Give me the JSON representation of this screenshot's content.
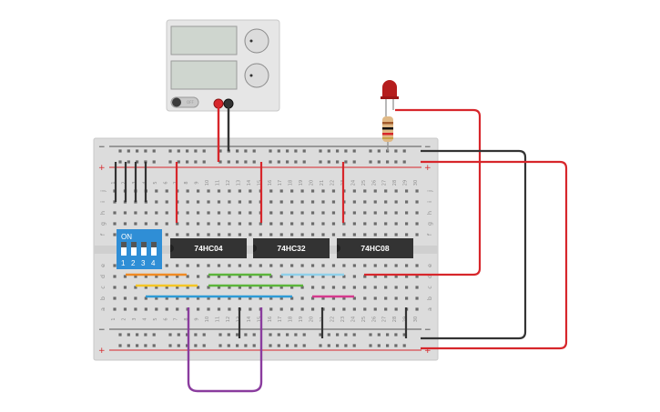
{
  "chips": [
    {
      "label": "74HC04"
    },
    {
      "label": "74HC32"
    },
    {
      "label": "74HC08"
    }
  ],
  "dip_switch": {
    "on_label": "ON",
    "numbers": [
      "1",
      "2",
      "3",
      "4"
    ]
  },
  "power_supply": {
    "off_label": "OFF"
  },
  "breadboard": {
    "columns": [
      "1",
      "2",
      "3",
      "4",
      "5",
      "6",
      "7",
      "8",
      "9",
      "10",
      "11",
      "12",
      "13",
      "14",
      "15",
      "16",
      "17",
      "18",
      "19",
      "20",
      "21",
      "22",
      "23",
      "24",
      "25",
      "26",
      "27",
      "28",
      "29",
      "30"
    ],
    "rows_top": [
      "j",
      "i",
      "h",
      "g",
      "f"
    ],
    "rows_bottom": [
      "e",
      "d",
      "c",
      "b",
      "a"
    ],
    "minus": "−",
    "plus": "+"
  },
  "colors": {
    "board": "#dcdcdc",
    "chip": "#333333",
    "red_wire": "#d7262b",
    "black_wire": "#333333",
    "purple_wire": "#8a3c9e",
    "orange_wire": "#f08a24",
    "yellow_wire": "#f4c525",
    "green_wire": "#5bb53b",
    "lightblue_wire": "#8fd0ea",
    "blue_wire": "#2e9bd6",
    "pink_wire": "#d63a8e",
    "dip_blue": "#2f8ed6",
    "led": "#b51d1d"
  }
}
